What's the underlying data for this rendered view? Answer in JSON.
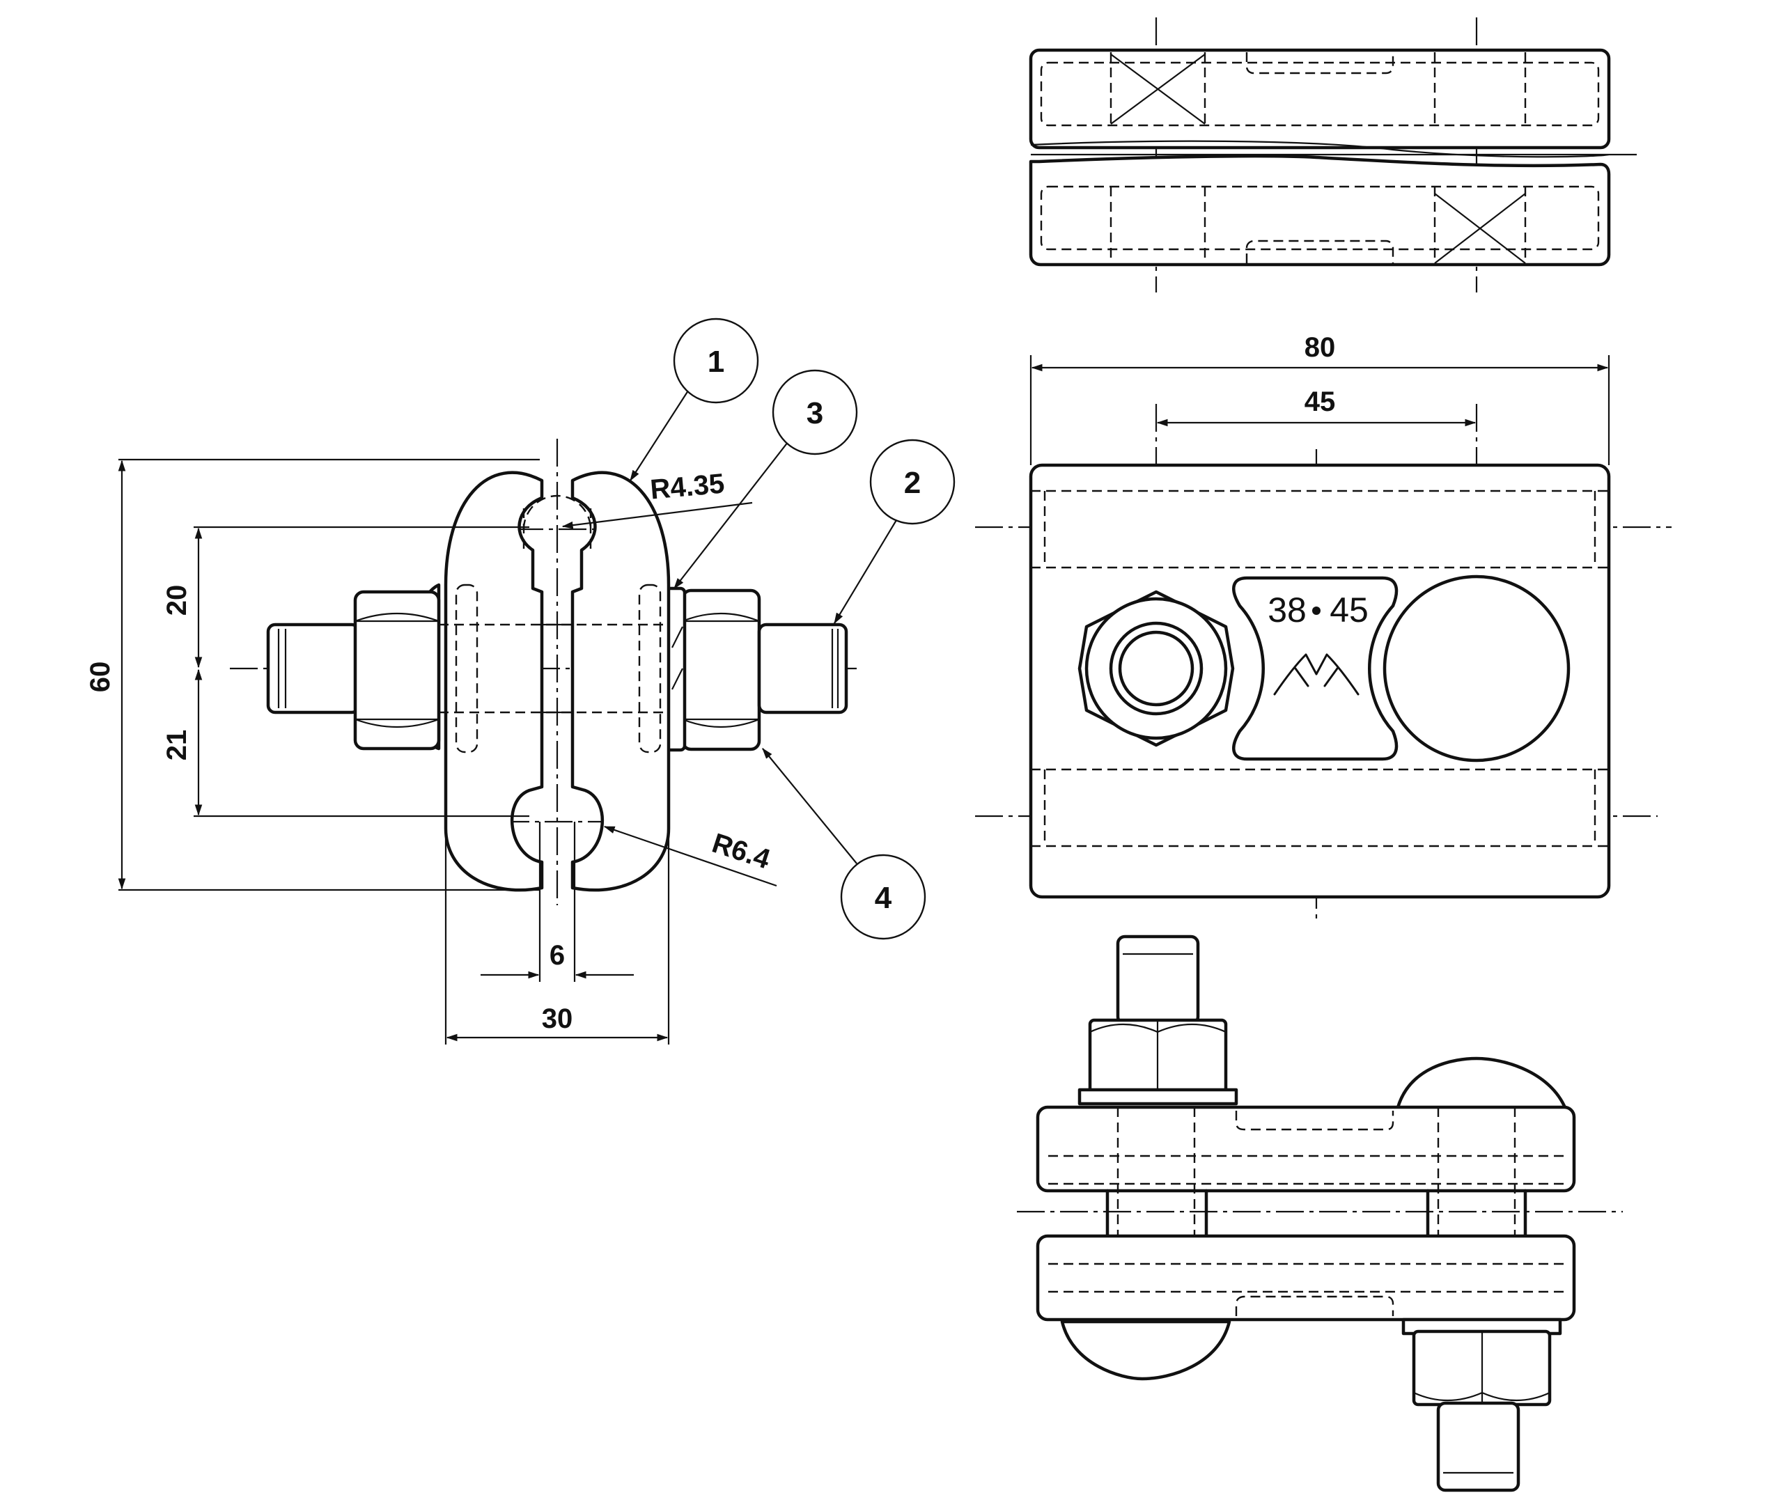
{
  "balloons": [
    {
      "id": "balloon-1",
      "label": "1"
    },
    {
      "id": "balloon-2",
      "label": "2"
    },
    {
      "id": "balloon-3",
      "label": "3"
    },
    {
      "id": "balloon-4",
      "label": "4"
    }
  ],
  "dimensions": {
    "overall_height": "60",
    "upper_offset": "20",
    "lower_offset": "21",
    "slot_width": "6",
    "body_width": "30",
    "radius_small": "R4.35",
    "radius_large": "R6.4",
    "overall_length": "80",
    "bolt_spacing": "45"
  },
  "marking": {
    "size_range_left": "38",
    "size_range_right": "45"
  }
}
